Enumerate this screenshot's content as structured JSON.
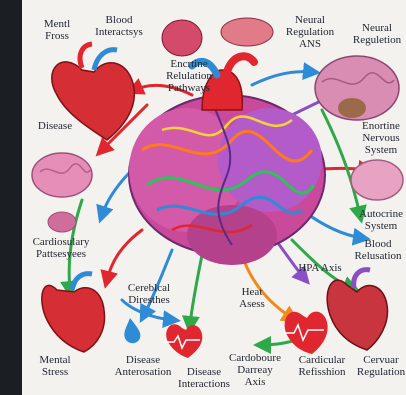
{
  "labels": {
    "top_left_1": "Mentl\nFross",
    "top_left_2": "Blood\nInteractsys",
    "top_middle": "Encrtine\nRelulation\nPathways",
    "top_right_1": "Neural\nRegulation\nANS",
    "top_right_2": "Neural\nReguletion",
    "left_disease": "Disease",
    "right_nervous": "Enortine\nNervous\nSystem",
    "left_cardio": "Cardiosulary\nPattsesyees",
    "right_autocrine": "Autocrine\nSystem",
    "right_blood": "Blood\nRelusation",
    "center_cerebral": "Cereblcal\nDiresthes",
    "center_hpa": "HPA Axis",
    "center_heat": "Heat\nAsess",
    "bottom_mental": "Mental\nStress",
    "bottom_disease": "Disease\nAnterosation",
    "bottom_disease_interactions": "Disease\nInteractions",
    "bottom_cardio": "Cardoboure\nDarreay\nAxis",
    "bottom_cardiac": "Cardicular\nRefisshion",
    "bottom_cervular": "Cervuar\nRegulation"
  }
}
